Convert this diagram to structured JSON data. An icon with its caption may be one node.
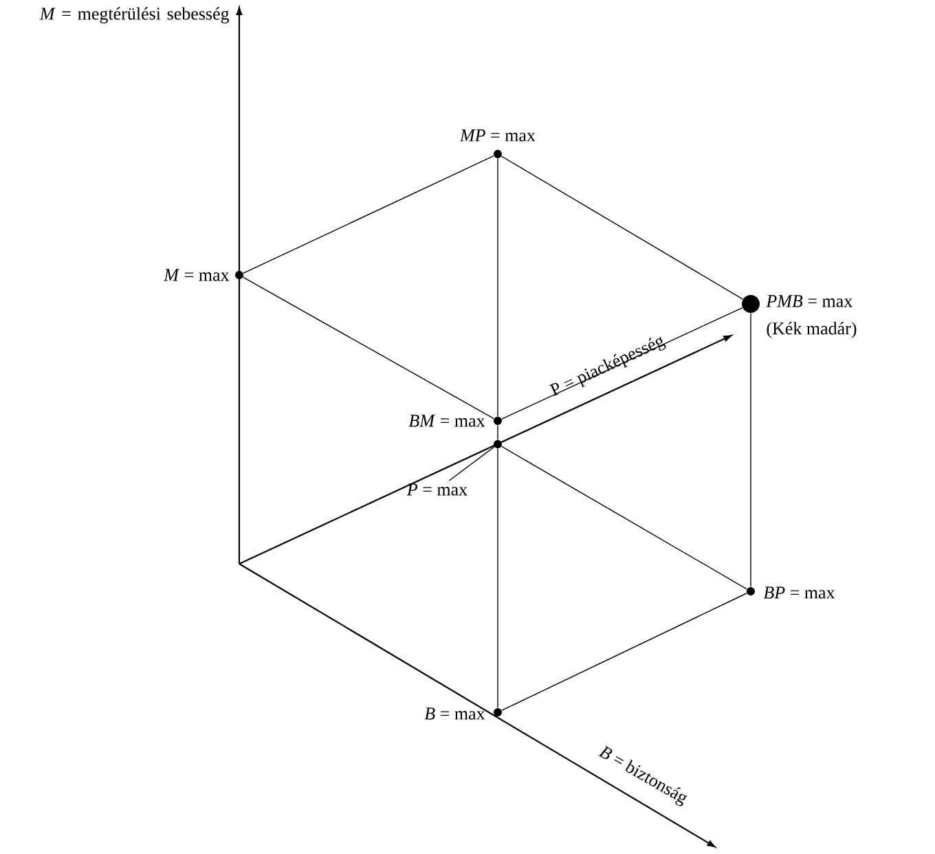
{
  "diagram": {
    "nodes": [
      {
        "text": [],
        "shape": "circle",
        "beside": [
          "*M* = max"
        ]
      },
      {
        "text": [],
        "shape": "circle",
        "beside": [
          "*MP* = max"
        ]
      },
      {
        "text": [],
        "shape": "circle",
        "beside": [
          "*PMB* = max",
          "(Kék madár)"
        ]
      },
      {
        "text": [],
        "shape": "circle",
        "beside": [
          "*BM* = max"
        ]
      },
      {
        "text": [],
        "shape": "circle"
      },
      {
        "text": [
          "*P* = max"
        ]
      },
      {
        "text": [],
        "shape": "circle",
        "beside": [
          "*BP* = max"
        ]
      },
      {
        "text": [],
        "shape": "circle",
        "beside": [
          "*B* = max"
        ]
      }
    ],
    "edges": [
      {
        "from": 0,
        "to": 1,
        "arrow": "none"
      },
      {
        "from": 1,
        "to": 2,
        "arrow": "none"
      },
      {
        "from": 0,
        "to": 3,
        "arrow": "none"
      },
      {
        "from": 3,
        "to": 2,
        "arrow": "none"
      },
      {
        "from": 7,
        "to": 4,
        "arrow": "none"
      },
      {
        "from": 4,
        "to": 3,
        "arrow": "none"
      },
      {
        "from": 3,
        "to": 1,
        "arrow": "none"
      },
      {
        "from": 4,
        "to": 6,
        "arrow": "none"
      },
      {
        "from": 7,
        "to": 6,
        "arrow": "none"
      },
      {
        "from": 6,
        "to": 2,
        "arrow": "none"
      },
      {
        "from": 5,
        "to": 4,
        "arrow": "none"
      }
    ],
    "labels": [
      "*M* = megtérülési sebesség",
      "P = piacképesség",
      "*B* = biztonság"
    ]
  }
}
